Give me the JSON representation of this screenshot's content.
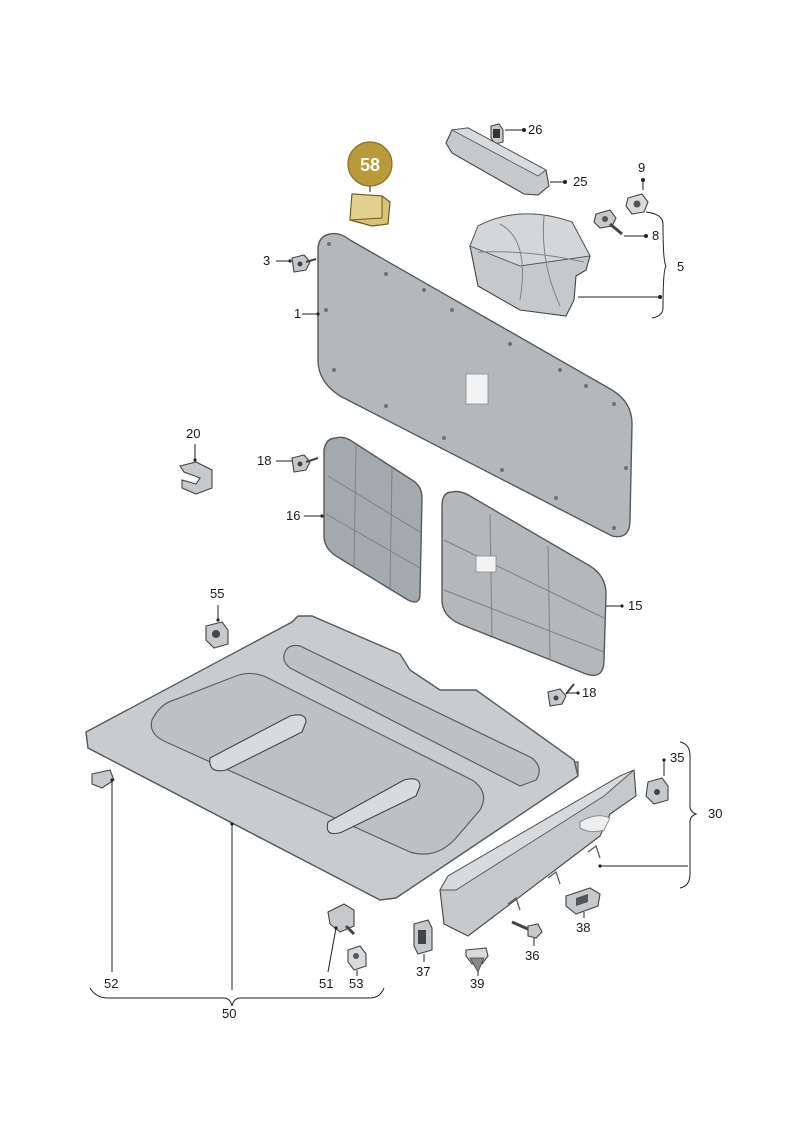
{
  "callouts": {
    "c1": "1",
    "c3": "3",
    "c5": "5",
    "c8": "8",
    "c9": "9",
    "c15": "15",
    "c16": "16",
    "c18a": "18",
    "c18b": "18",
    "c20": "20",
    "c25": "25",
    "c26": "26",
    "c30": "30",
    "c35": "35",
    "c36": "36",
    "c37": "37",
    "c38": "38",
    "c39": "39",
    "c50": "50",
    "c51": "51",
    "c52": "52",
    "c53": "53",
    "c55": "55",
    "c58": "58"
  },
  "colors": {
    "highlight_badge": "#b89a3a",
    "highlight_part": "#d9c27a"
  }
}
